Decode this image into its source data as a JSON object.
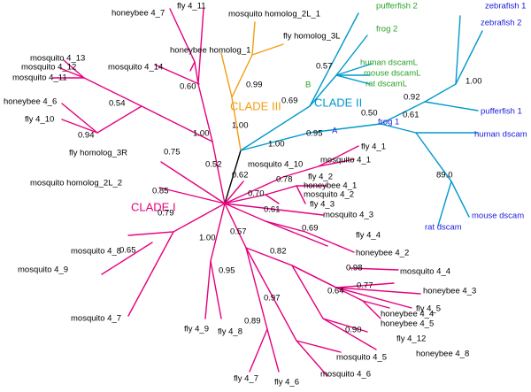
{
  "colors": {
    "clade1": "#e6007e",
    "clade2": "#0099cc",
    "clade3": "#f39c12",
    "root": "#000000",
    "invertebrate_label": "#000000",
    "vertebrate_label": "#1a1adb",
    "dscaml_label": "#27a327",
    "support_value": "#000000"
  },
  "clades": {
    "clade1": "CLADE I",
    "clade2": "CLADE II",
    "clade3": "CLADE III",
    "sub_a": "A",
    "sub_b": "B"
  },
  "leaves": {
    "fly_4_11": "fly 4_11",
    "honeybee_4_7": "honeybee 4_7",
    "mosquito_4_13": "mosquito 4_13",
    "mosquito_4_12": "mosquito 4_12",
    "mosquito_4_11": "mosquito 4_11",
    "mosquito_4_14": "mosquito 4_14",
    "honeybee_4_6": "honeybee 4_6",
    "fly_4_10": "fly 4_10",
    "fly_homolog_3R": "fly homolog_3R",
    "mosquito_homolog_2L_2": "mosquito homolog_2L_2",
    "mosquito_4_8": "mosquito 4_8",
    "mosquito_4_9": "mosquito 4_9",
    "mosquito_4_7": "mosquito 4_7",
    "fly_4_9": "fly 4_9",
    "fly_4_8": "fly 4_8",
    "fly_4_7": "fly 4_7",
    "fly_4_6": "fly 4_6",
    "mosquito_4_6": "mosquito 4_6",
    "mosquito_4_5": "mosquito 4_5",
    "honeybee_4_8": "honeybee 4_8",
    "fly_4_12": "fly 4_12",
    "honeybee_4_5": "honeybee 4_5",
    "honeybee_4_4": "honeybee 4_4",
    "fly_4_5": "fly 4_5",
    "honeybee_4_3": "honeybee 4_3",
    "mosquito_4_4": "mosquito 4_4",
    "honeybee_4_2": "honeybee 4_2",
    "fly_4_4": "fly 4_4",
    "mosquito_4_3": "mosquito 4_3",
    "fly_4_3": "fly 4_3",
    "mosquito_4_2": "mosquito 4_2",
    "honeybee_4_1": "honeybee 4_1",
    "fly_4_2": "fly 4_2",
    "mosquito_4_1": "mosquito 4_1",
    "fly_4_1": "fly 4_1",
    "mosquito_4_10": "mosquito 4_10",
    "mosquito_homolog_2L_1": "mosquito homolog_2L_1",
    "honeybee_homolog_1": "honeybee homolog_1",
    "fly_homolog_3L": "fly homolog_3L",
    "pufferfish_2": "pufferfish 2",
    "frog_2": "frog 2",
    "human_dscamL": "human dscamL",
    "mouse_dscamL": "mouse dscamL",
    "rat_dscamL": "rat dscamL",
    "zebrafish_1": "zebrafish 1",
    "zebrafish_2": "zebrafish 2",
    "pufferfish_1": "pufferfish 1",
    "frog_1": "frog 1",
    "human_dscam": "human dscam",
    "mouse_dscam": "mouse dscam",
    "rat_dscam": "rat dscam"
  },
  "support_values": {
    "v0_60": "0.60",
    "v0_54": "0.54",
    "v0_94": "0.94",
    "v1_00_a": "1.00",
    "v0_75": "0.75",
    "v0_52": "0.52",
    "v0_85": "0.85",
    "v0_79": "0.79",
    "v0_65": "0.65",
    "v1_00_b": "1.00",
    "v0_95_a": "0.95",
    "v0_89": "0.89",
    "v0_97": "0.97",
    "v0_57": "0.57",
    "v0_82": "0.82",
    "v0_98": "0.98",
    "v0_77": "0.77",
    "v0_64": "0.64",
    "v0_90": "0.90",
    "v0_61_a": "0.61",
    "v0_69_a": "0.69",
    "v0_70": "0.70",
    "v0_78": "0.78",
    "v0_62": "0.62",
    "v0_99": "0.99",
    "v1_00_c": "1.00",
    "v1_00_d": "1.00",
    "v0_95_b": "0.95",
    "v0_69_b": "0.69",
    "v0_57_b": "0.57",
    "v0_92": "0.92",
    "v0_50": "0.50",
    "v0_61_b": "0.61",
    "v1_00_e": "1.00",
    "v89_0": "89.0"
  }
}
